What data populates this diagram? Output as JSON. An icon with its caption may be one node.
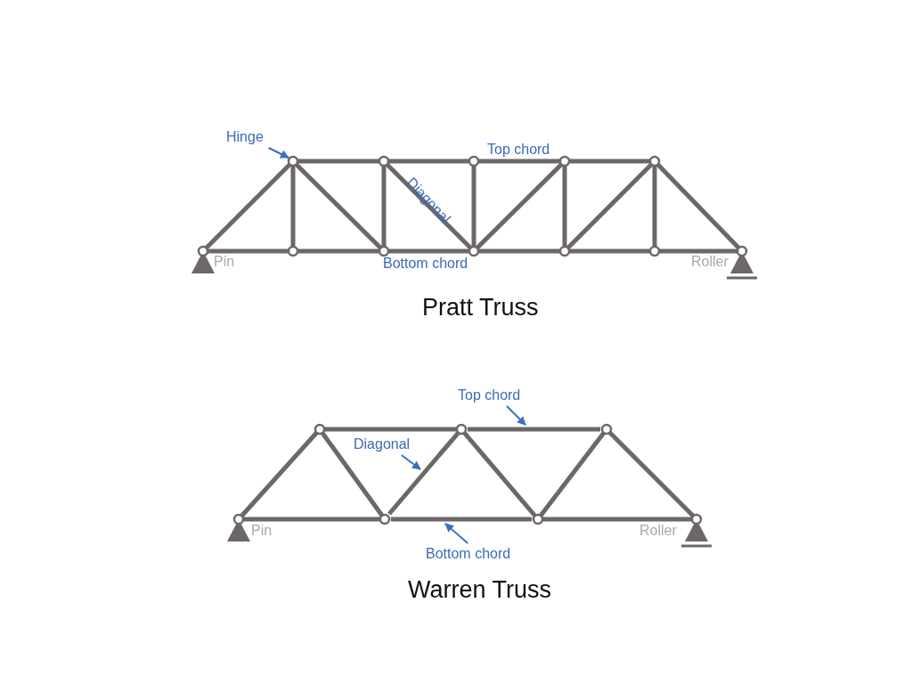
{
  "diagram": {
    "nodes": [
      {
        "text": [
          "Hinge"
        ]
      },
      {
        "text": [
          "Top chord"
        ]
      },
      {
        "text": [
          "Diagonal"
        ]
      },
      {
        "text": [
          "Bottom chord"
        ]
      },
      {
        "text": [],
        "shape": "circle"
      },
      {
        "text": [],
        "shape": "bar"
      },
      {
        "text": [],
        "shape": "bar"
      },
      {
        "text": [],
        "shape": "bar"
      }
    ],
    "edges": [
      {
        "from": 0,
        "to": 4,
        "arrow": "to"
      },
      {
        "from": 1,
        "to": 5,
        "arrow": "to"
      },
      {
        "from": 2,
        "to": 6,
        "arrow": "to"
      },
      {
        "from": 3,
        "to": 7,
        "arrow": "to"
      }
    ],
    "labels": [
      "Top chord",
      "Diagonal",
      "Pin",
      "Bottom chord",
      "Roller",
      "Pratt Truss",
      "Pin",
      "Roller",
      "Warren Truss"
    ]
  }
}
